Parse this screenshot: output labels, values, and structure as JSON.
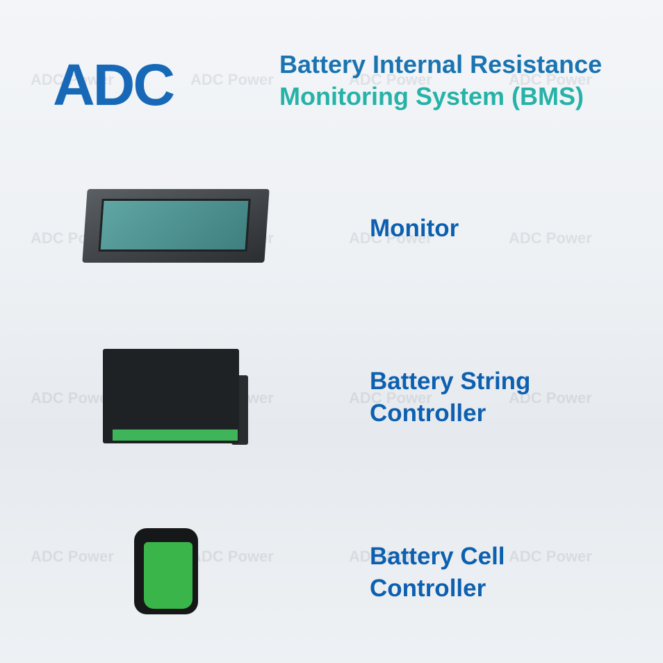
{
  "brand": {
    "logo_text": "ADC",
    "watermark": "ADC Power",
    "primary_color": "#1769b8",
    "accent_color": "#27b2a8"
  },
  "header": {
    "title_line1": "Battery Internal Resistance",
    "title_line2": "Monitoring System (BMS)"
  },
  "products": [
    {
      "label": "Monitor",
      "image": "touchscreen-monitor"
    },
    {
      "label_line1": "Battery String",
      "label_line2": "Controller",
      "image": "string-controller-module"
    },
    {
      "label_line1": "Battery Cell",
      "label_line2": "Controller",
      "image": "cell-controller-unit"
    }
  ]
}
